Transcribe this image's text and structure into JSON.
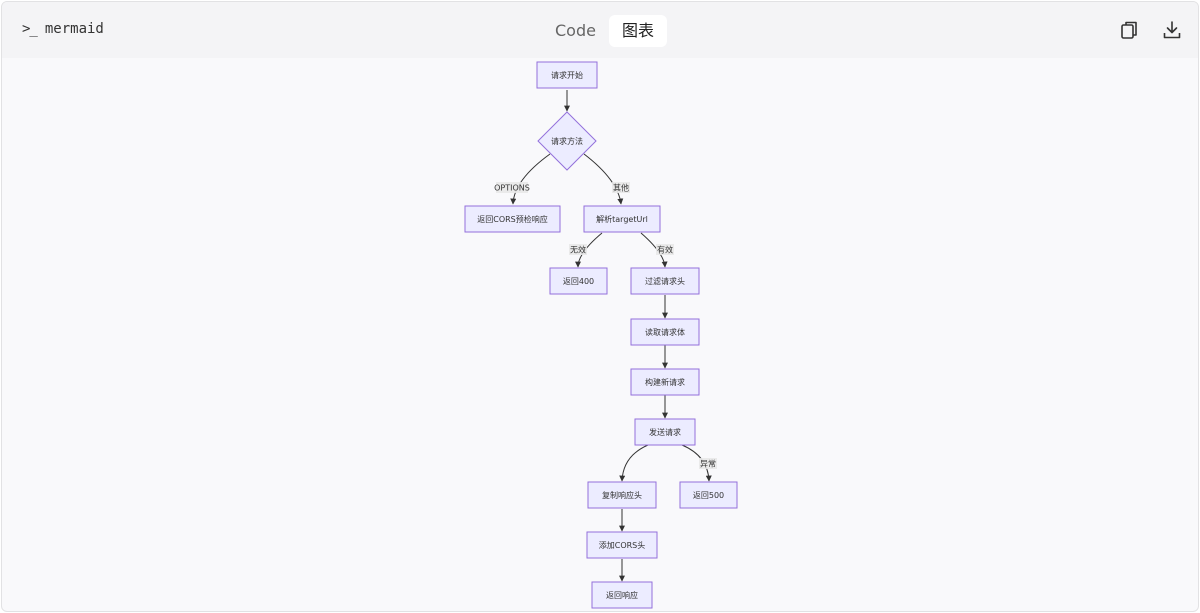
{
  "header": {
    "language": "mermaid",
    "tabs": [
      {
        "label": "Code",
        "active": false
      },
      {
        "label": "图表",
        "active": true
      }
    ],
    "actions": [
      "copy-icon",
      "download-icon"
    ]
  },
  "flowchart": {
    "nodes": {
      "start": "请求开始",
      "method": "请求方法",
      "cors": "返回CORS预检响应",
      "parse": "解析targetUrl",
      "r400": "返回400",
      "filter": "过滤请求头",
      "body": "读取请求体",
      "build": "构建新请求",
      "send": "发送请求",
      "copy": "复制响应头",
      "r500": "返回500",
      "addcors": "添加CORS头",
      "resp": "返回响应"
    },
    "edges": [
      {
        "from": "start",
        "to": "method",
        "label": ""
      },
      {
        "from": "method",
        "to": "cors",
        "label": "OPTIONS"
      },
      {
        "from": "method",
        "to": "parse",
        "label": "其他"
      },
      {
        "from": "parse",
        "to": "r400",
        "label": "无效"
      },
      {
        "from": "parse",
        "to": "filter",
        "label": "有效"
      },
      {
        "from": "filter",
        "to": "body",
        "label": ""
      },
      {
        "from": "body",
        "to": "build",
        "label": ""
      },
      {
        "from": "build",
        "to": "send",
        "label": ""
      },
      {
        "from": "send",
        "to": "copy",
        "label": ""
      },
      {
        "from": "send",
        "to": "r500",
        "label": "异常"
      },
      {
        "from": "copy",
        "to": "addcors",
        "label": ""
      },
      {
        "from": "addcors",
        "to": "resp",
        "label": ""
      }
    ]
  }
}
